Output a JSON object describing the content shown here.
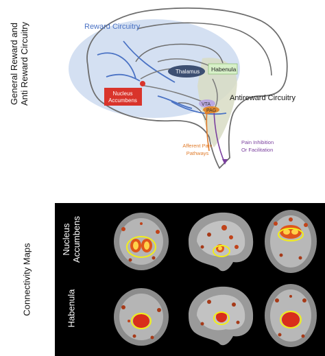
{
  "side_labels": {
    "top_line1": "General Reward  and",
    "top_line2": "Anti Reward Circuitry",
    "bottom": "Connectivity Maps"
  },
  "diagram": {
    "reward_circuitry": "Reward Circuitry",
    "thalamus": "Thalamus",
    "habenula": "Habenula",
    "nucleus_line1": "Nucleus",
    "nucleus_line2": "Accumbens",
    "antireward": "Antireward Circuitry",
    "vta": "VTA",
    "pag": "PAG",
    "afferent_line1": "Afferent Pain",
    "afferent_line2": "Pathways",
    "pain_line1": "Pain Inhibition",
    "pain_line2": "Or Facilitation",
    "colors": {
      "reward_shade": "#c9d8ef",
      "antireward_shade": "#d8dcc4",
      "nucleus_box": "#d9342b",
      "habenula_box": "#d7f0c8",
      "thalamus_oval": "#3d4f72",
      "vta_oval": "#b9a8e0",
      "pag_oval": "#e08a2e",
      "reward_arrow": "#4a72c4",
      "afferent": "#e07b2a",
      "pain_text": "#7a3f9e"
    }
  },
  "maps": {
    "row1_line1": "Nucleus",
    "row1_line2": "Accumbens",
    "row2": "Habenula",
    "colors": {
      "panel": "#000000",
      "highlight_ring": "#f2ee1a",
      "activation": "#e0561a"
    }
  }
}
